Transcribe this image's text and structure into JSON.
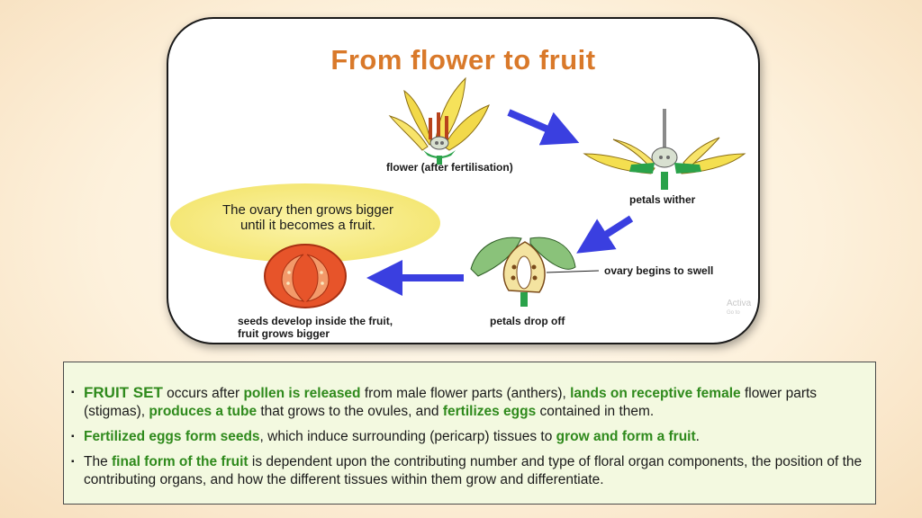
{
  "diagram": {
    "title": "From flower to fruit",
    "labels": {
      "flower": "flower (after fertilisation)",
      "wither": "petals wither",
      "swell": "ovary begins to swell",
      "drop": "petals drop off",
      "seeds": "seeds develop inside the fruit, fruit grows bigger"
    },
    "callout": "The ovary then grows bigger until it becomes a fruit.",
    "watermark": [
      "Activa",
      "Go to"
    ]
  },
  "bullets": [
    {
      "segments": [
        {
          "t": "FRUIT SET",
          "hl": true,
          "big": true
        },
        {
          "t": " occurs after ",
          "hl": false
        },
        {
          "t": "pollen is released",
          "hl": true
        },
        {
          "t": " from male flower parts (anthers), ",
          "hl": false
        },
        {
          "t": "lands on receptive female",
          "hl": true
        },
        {
          "t": " flower parts (stigmas), ",
          "hl": false
        },
        {
          "t": "produces a tube",
          "hl": true
        },
        {
          "t": " that grows to the ovules, and ",
          "hl": false
        },
        {
          "t": "fertilizes eggs",
          "hl": true
        },
        {
          "t": " contained in them.",
          "hl": false
        }
      ]
    },
    {
      "segments": [
        {
          "t": "Fertilized eggs form seeds",
          "hl": true
        },
        {
          "t": ", which induce surrounding (pericarp) tissues to ",
          "hl": false
        },
        {
          "t": "grow and form a fruit",
          "hl": true
        },
        {
          "t": ".",
          "hl": false
        }
      ]
    },
    {
      "segments": [
        {
          "t": "The ",
          "hl": false
        },
        {
          "t": "final form of the fruit",
          "hl": true
        },
        {
          "t": " is dependent upon the contributing number and type of floral organ components, the position of the contributing organs, and how the different tissues within them grow and differentiate.",
          "hl": false
        }
      ]
    }
  ],
  "colors": {
    "title_orange": "#d9792a",
    "highlight_green": "#2f8a1c",
    "arrow_blue": "#3a3fe0",
    "panel_bg": "#f3f9e0",
    "callout_yellow": "#f4e672"
  },
  "icons": {
    "bullet": "small-square-bullet"
  }
}
